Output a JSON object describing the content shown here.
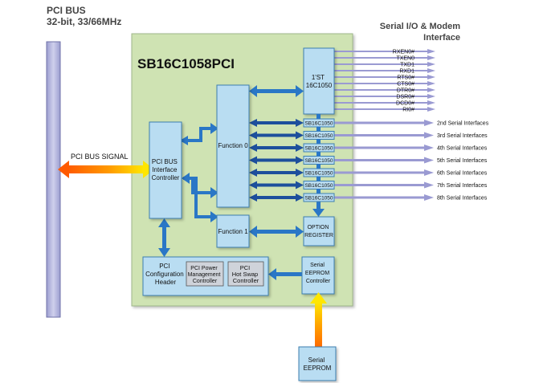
{
  "header": {
    "pci_bus_title": "PCI BUS",
    "pci_bus_subtitle": "32-bit, 33/66MHz",
    "serial_title_line1": "Serial I/O & Modem",
    "serial_title_line2": "Interface"
  },
  "chip_title": "SB16C1058PCI",
  "pci_bus_signal": "PCI BUS SIGNAL",
  "blocks": {
    "pci_interface": [
      "PCI BUS",
      "Interface",
      "Controller"
    ],
    "function0": "Function 0",
    "function1": "Function 1",
    "uart_first": [
      "1'ST",
      "16C1050"
    ],
    "option_register": [
      "OPTION",
      "REGISTER"
    ],
    "pci_config": [
      "PCI",
      "Configuration",
      "Header"
    ],
    "pci_power": [
      "PCI Power",
      "Management",
      "Controller"
    ],
    "pci_hotswap": [
      "PCI",
      "Hot Swap",
      "Controller"
    ],
    "serial_eeprom_controller": [
      "Serial",
      "EEPROM",
      "Controller"
    ],
    "serial_eeprom": [
      "Serial",
      "EEPROM"
    ],
    "uart_small_label": "SB16C1050"
  },
  "modem_signals": [
    "RXEN0#",
    "TXEN0",
    "TXD1",
    "RXD1",
    "RTS0#",
    "CTS0#",
    "DTR0#",
    "DSR0#",
    "DCD0#",
    "RI0#"
  ],
  "serial_interfaces": [
    "2nd Serial Interfaces",
    "3rd Serial Interfaces",
    "4th Serial Interfaces",
    "5th Serial Interfaces",
    "6th Serial Interfaces",
    "7th Serial Interfaces",
    "8th Serial Interfaces"
  ],
  "colors": {
    "chip_bg": "#cfe3b3",
    "block_fill": "#b9ddf2",
    "block_stroke": "#3c7fb0",
    "bus_fill": "#b9bbdc",
    "arrow_blue": "#2a77c6",
    "arrow_dark": "#1d3f8f",
    "signal_line": "#9a9ad2",
    "arrow_orange": "#ff7a00",
    "arrow_yellow": "#ffe400"
  }
}
